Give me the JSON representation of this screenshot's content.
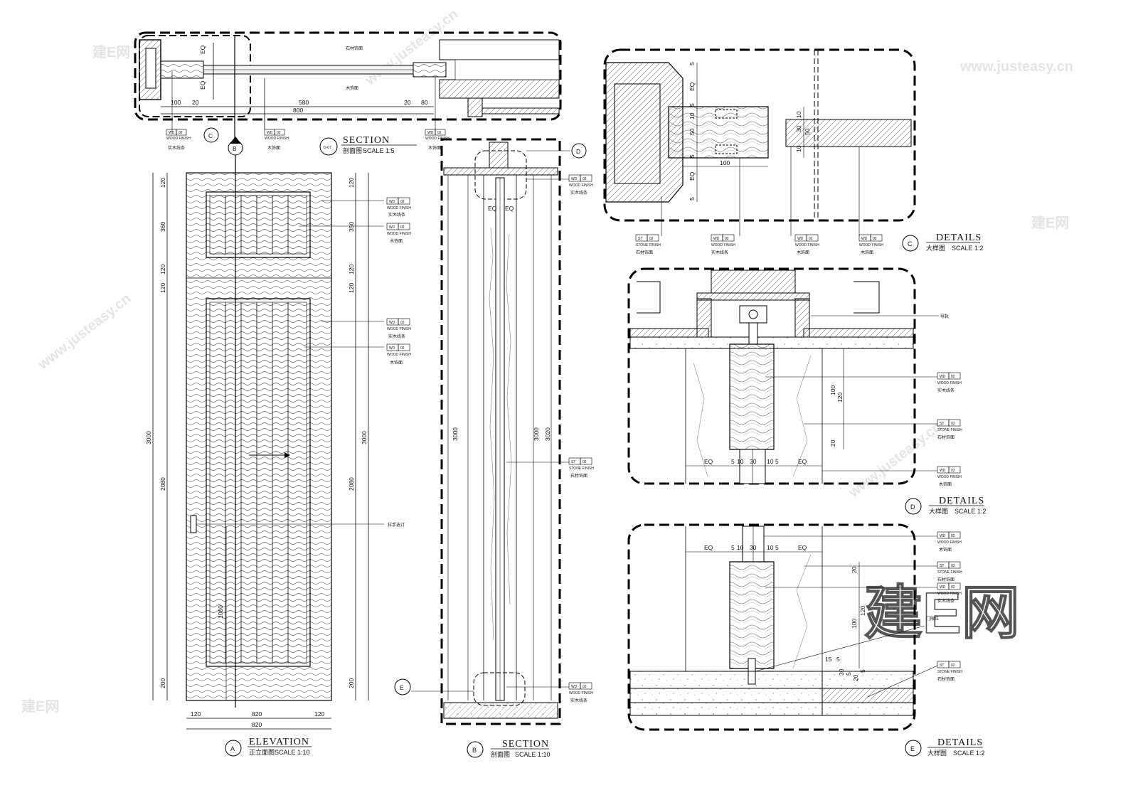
{
  "watermark": {
    "logo_text": "建E网",
    "url_text": "www.justeasy.cn"
  },
  "titles": {
    "section_top": {
      "marker": "D-07",
      "en": "SECTION",
      "cn": "剖面图",
      "scale": "SCALE 1:5"
    },
    "elevation_a": {
      "marker": "A",
      "en": "ELEVATION",
      "cn": "正立面图",
      "scale": "SCALE 1:10"
    },
    "section_b": {
      "marker": "B",
      "en": "SECTION",
      "cn": "剖面图",
      "scale": "SCALE 1:10"
    },
    "details_c": {
      "marker": "C",
      "en": "DETAILS",
      "cn": "大样图",
      "scale": "SCALE 1:2"
    },
    "details_d": {
      "marker": "D",
      "en": "DETAILS",
      "cn": "大样图",
      "scale": "SCALE 1:2"
    },
    "details_e": {
      "marker": "E",
      "en": "DETAILS",
      "cn": "大样图",
      "scale": "SCALE 1:2"
    }
  },
  "callouts": {
    "c": "C",
    "b": "B",
    "d": "D",
    "e": "E"
  },
  "section_top": {
    "dims_bottom": [
      "100",
      "20",
      "580",
      "20",
      "80"
    ],
    "dim_total": "800",
    "dims_vertical": [
      "EQ",
      "EQ"
    ],
    "inner_labels": [
      "石材饰面",
      "木饰面"
    ],
    "tags": [
      {
        "code": "WD",
        "num": "02",
        "spec": "WOOD FINISH",
        "cn": "实木线条"
      },
      {
        "code": "WD",
        "num": "02",
        "spec": "WOOD FINISH",
        "cn": "木饰面"
      },
      {
        "code": "WD",
        "num": "02",
        "spec": "WOOD FINISH",
        "cn": "木饰面"
      }
    ]
  },
  "elevation": {
    "dims_left": [
      "120",
      "360",
      "120",
      "120",
      "2080",
      "200"
    ],
    "dims_right": [
      "120",
      "350",
      "120",
      "120",
      "2080",
      "200"
    ],
    "total_height": "3000",
    "handle_height": "1000",
    "dims_bottom": [
      "120",
      "820",
      "120"
    ],
    "width_total": "820",
    "handle_note": "拉手选订",
    "tags": [
      {
        "code": "WD",
        "num": "02",
        "spec": "WOOD FINISH",
        "cn": "实木线条"
      },
      {
        "code": "WD",
        "num": "02",
        "spec": "WOOD FINISH",
        "cn": "木饰面"
      },
      {
        "code": "WD",
        "num": "02",
        "spec": "WOOD FINISH",
        "cn": "实木线条"
      },
      {
        "code": "WD",
        "num": "02",
        "spec": "WOOD FINISH",
        "cn": "木饰面"
      }
    ]
  },
  "section_b": {
    "dims": [
      "3000",
      "3000",
      "3020"
    ],
    "eq": [
      "EQ",
      "EQ"
    ],
    "tags": [
      {
        "code": "WD",
        "num": "02",
        "spec": "WOOD FINISH",
        "cn": "实木线条"
      },
      {
        "code": "ST",
        "num": "02",
        "spec": "STONE FINISH",
        "cn": "石材饰面"
      },
      {
        "code": "WD",
        "num": "02",
        "spec": "WOOD FINISH",
        "cn": "实木线条"
      }
    ]
  },
  "details_c": {
    "dims_vertical": [
      "5",
      "EQ",
      "5",
      "10",
      "50",
      "5",
      "EQ",
      "5"
    ],
    "dims_right": [
      "10",
      "30",
      "50",
      "10"
    ],
    "dim_100": "100",
    "tags": [
      {
        "code": "ST",
        "num": "02",
        "spec": "STONE FINISH",
        "cn": "石材饰面"
      },
      {
        "code": "WD",
        "num": "02",
        "spec": "WOOD FINISH",
        "cn": "实木线条"
      },
      {
        "code": "WD",
        "num": "02",
        "spec": "WOOD FINISH",
        "cn": "木饰面"
      },
      {
        "code": "WD",
        "num": "02",
        "spec": "WOOD FINISH",
        "cn": "木饰面"
      }
    ]
  },
  "details_d": {
    "rail_note": "导轨",
    "dims_vertical": [
      "100",
      "120",
      "20"
    ],
    "dims_bottom": [
      "EQ",
      "5",
      "10",
      "30",
      "10",
      "5",
      "EQ"
    ],
    "tags": [
      {
        "code": "WD",
        "num": "02",
        "spec": "WOOD FINISH",
        "cn": "实木线条"
      },
      {
        "code": "ST",
        "num": "02",
        "spec": "STONE FINISH",
        "cn": "石材饰面"
      },
      {
        "code": "WD",
        "num": "02",
        "spec": "WOOD FINISH",
        "cn": "木饰面"
      }
    ]
  },
  "details_e": {
    "dims_top": [
      "EQ",
      "5",
      "10",
      "30",
      "10",
      "5",
      "EQ"
    ],
    "dims_vertical": [
      "20",
      "100",
      "120"
    ],
    "dims_base": [
      "15",
      "5",
      "30",
      "5",
      "20",
      "5"
    ],
    "limit_note": "门限位",
    "tags": [
      {
        "code": "WD",
        "num": "02",
        "spec": "WOOD FINISH",
        "cn": "木饰面"
      },
      {
        "code": "ST",
        "num": "02",
        "spec": "STONE FINISH",
        "cn": "石材饰面"
      },
      {
        "code": "WD",
        "num": "02",
        "spec": "WOOD FINISH",
        "cn": "实木线条"
      },
      {
        "code": "ST",
        "num": "02",
        "spec": "STONE FINISH",
        "cn": "石材饰面"
      }
    ]
  }
}
